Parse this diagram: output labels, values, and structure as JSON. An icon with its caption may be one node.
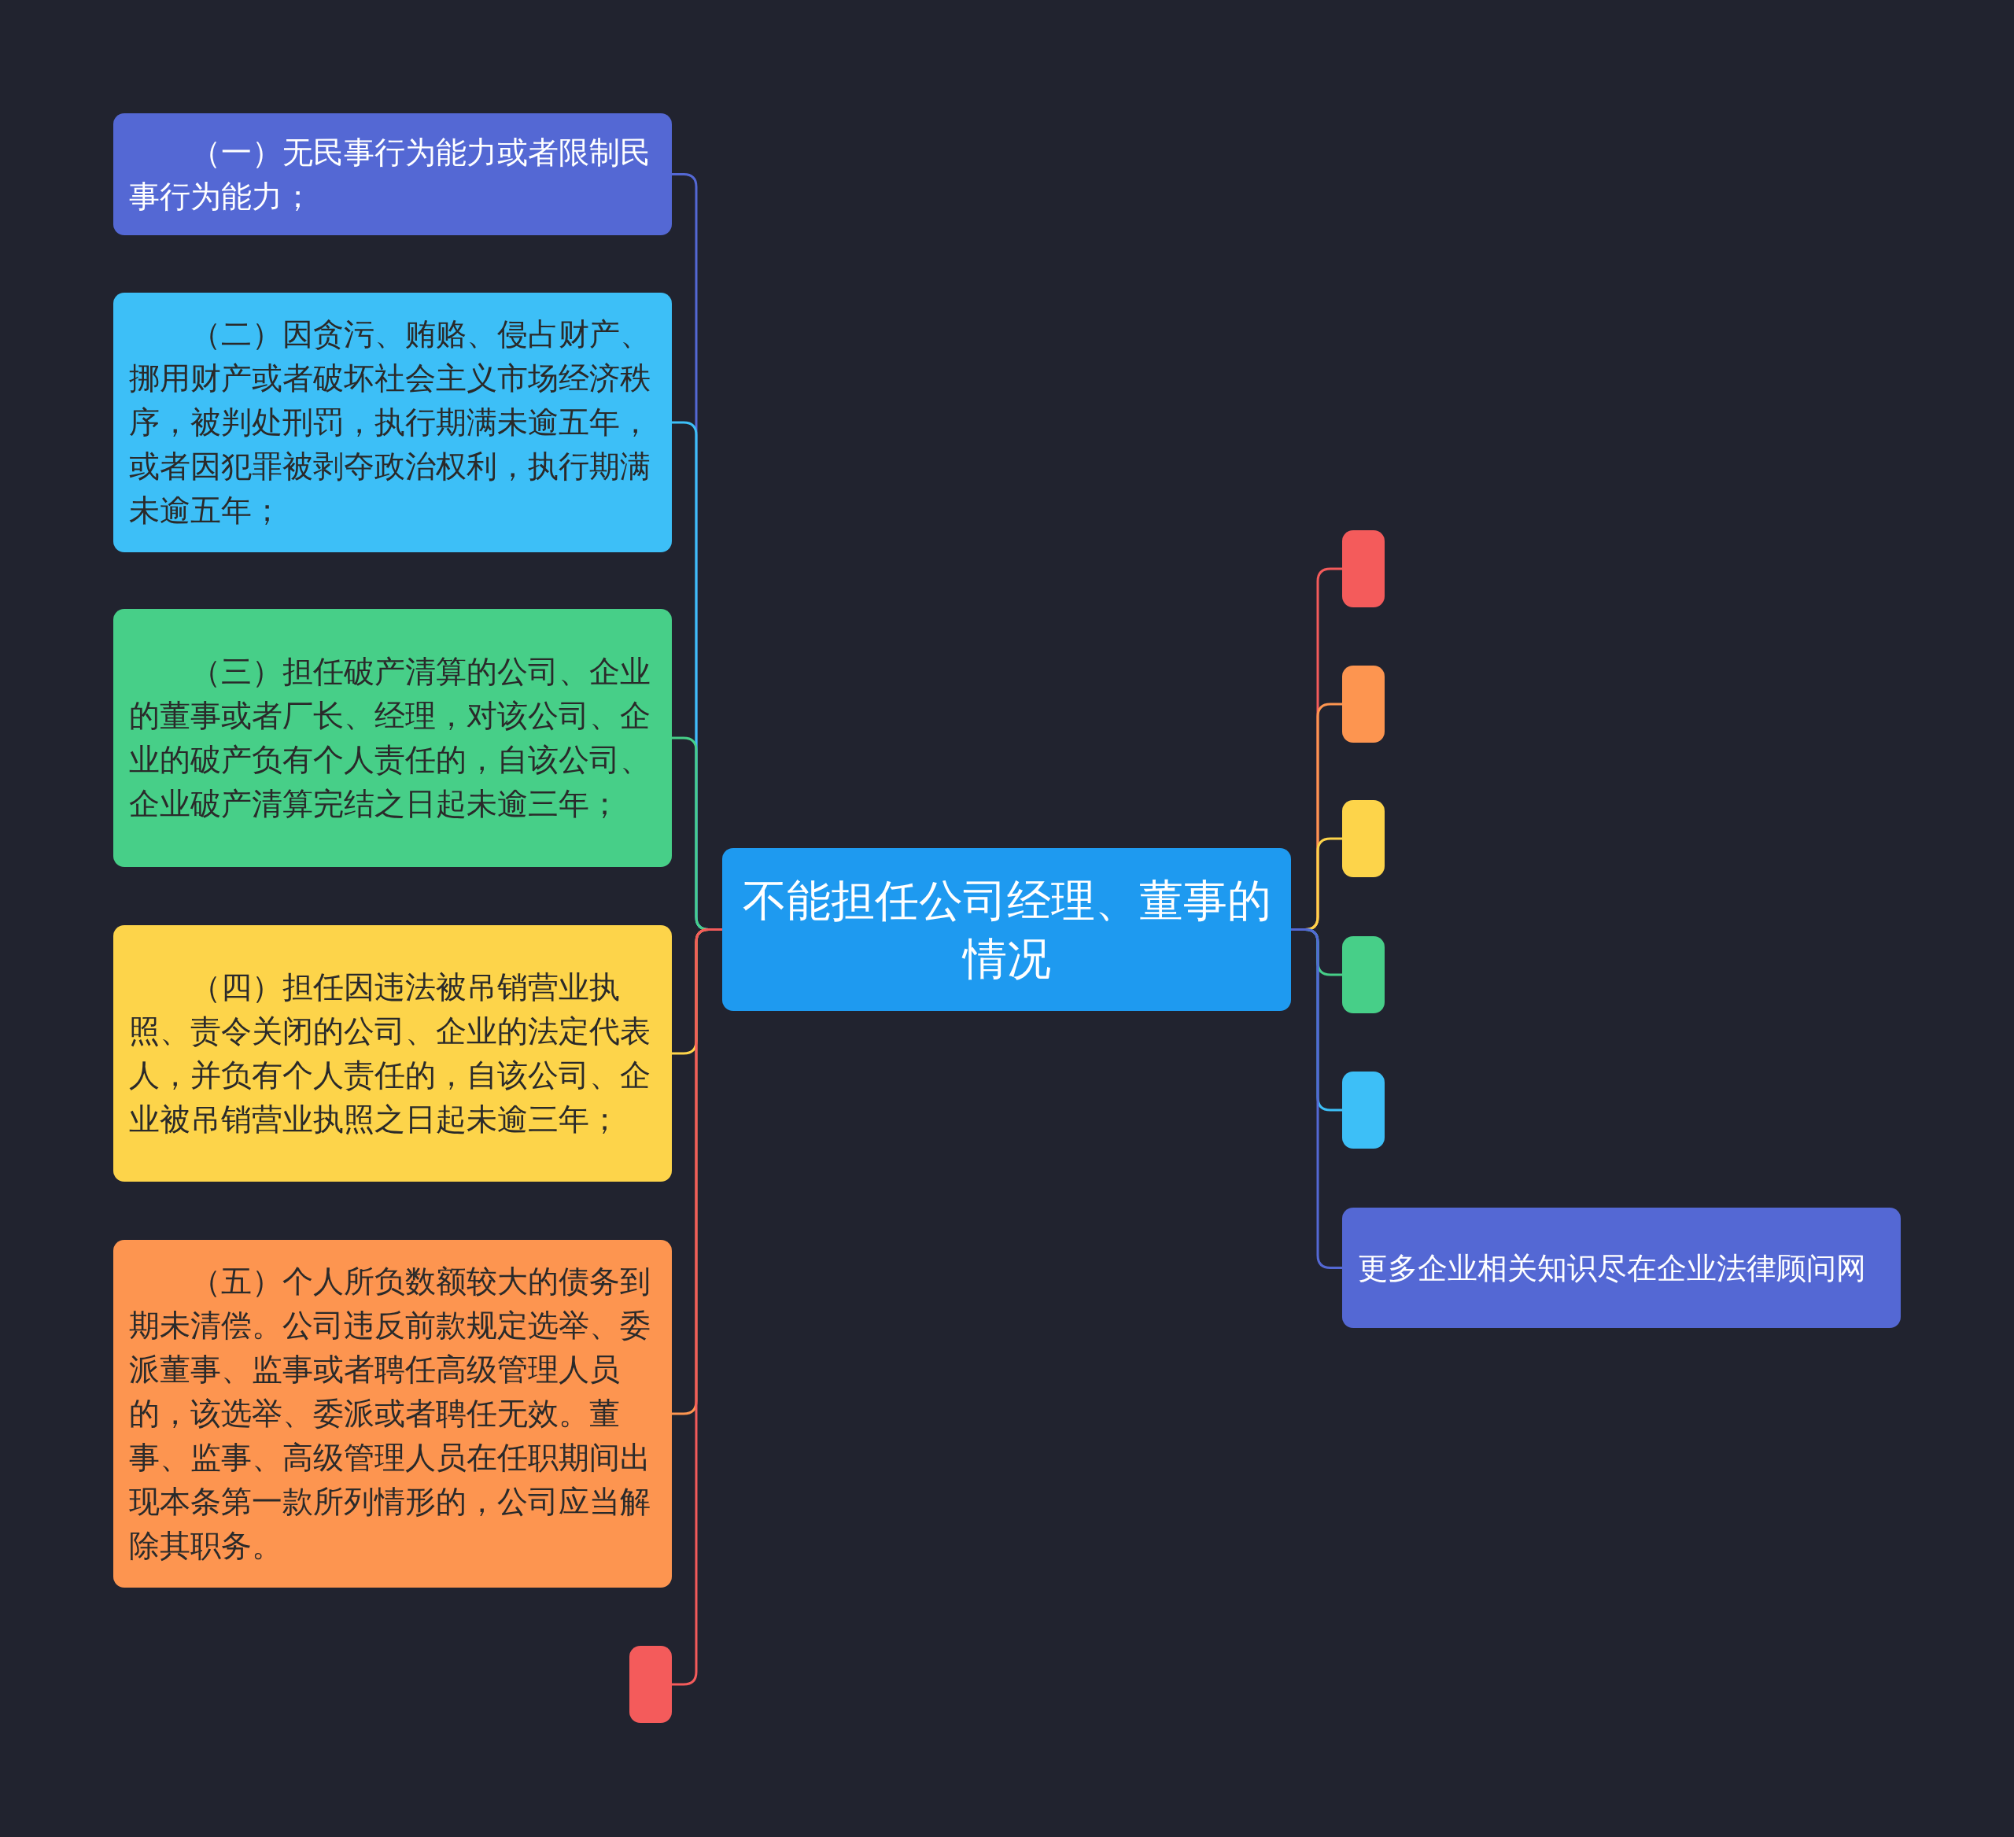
{
  "diagram": {
    "nodes": [
      {
        "text": [
          "不能担任公司经理、董事的情况"
        ]
      },
      {
        "text": [
          "（一）无民事行为能力或者限制民事行为能力；"
        ]
      },
      {
        "text": [
          "（二）因贪污、贿赂、侵占财产、挪用财产或者破坏社会主义市场经济秩序，被判处刑罚，执行期满未逾五年，或者因犯罪被剥夺政治权利，执行期满未逾五年；"
        ]
      },
      {
        "text": [
          "（三）担任破产清算的公司、企业的董事或者厂长、经理，对该公司、企业的破产负有个人责任的，自该公司、企业破产清算完结之日起未逾三年；"
        ]
      },
      {
        "text": [
          "（四）担任因违法被吊销营业执照、责令关闭的公司、企业的法定代表人，并负有个人责任的，自该公司、企业被吊销营业执照之日起未逾三年；"
        ]
      },
      {
        "text": [
          "（五）个人所负数额较大的债务到期未清偿。公司违反前款规定选举、委派董事、监事或者聘任高级管理人员的，该选举、委派或者聘任无效。董事、监事、高级管理人员在任职期间出现本条第一款所列情形的，公司应当解除其职务。"
        ]
      },
      {
        "text": [],
        "shape": "box"
      },
      {
        "text": [],
        "shape": "box"
      },
      {
        "text": [],
        "shape": "box"
      },
      {
        "text": [],
        "shape": "box"
      },
      {
        "text": [],
        "shape": "box"
      },
      {
        "text": [],
        "shape": "box"
      },
      {
        "text": [
          "更多企业相关知识尽在企业法律顾问网"
        ]
      }
    ],
    "edges": [
      {
        "from": 0,
        "to": 1,
        "arrow": "none",
        "color": "#5468d4"
      },
      {
        "from": 0,
        "to": 2,
        "arrow": "none",
        "color": "#3dbff7"
      },
      {
        "from": 0,
        "to": 3,
        "arrow": "none",
        "color": "#47cf88"
      },
      {
        "from": 0,
        "to": 4,
        "arrow": "none",
        "color": "#fdd44a"
      },
      {
        "from": 0,
        "to": 5,
        "arrow": "none",
        "color": "#fd9550"
      },
      {
        "from": 0,
        "to": 6,
        "arrow": "none",
        "color": "#f45b5b"
      },
      {
        "from": 0,
        "to": 7,
        "arrow": "none",
        "color": "#f45b5b"
      },
      {
        "from": 0,
        "to": 8,
        "arrow": "none",
        "color": "#fd9550"
      },
      {
        "from": 0,
        "to": 9,
        "arrow": "none",
        "color": "#fdd44a"
      },
      {
        "from": 0,
        "to": 10,
        "arrow": "none",
        "color": "#47cf88"
      },
      {
        "from": 0,
        "to": 11,
        "arrow": "none",
        "color": "#3dbff7"
      },
      {
        "from": 0,
        "to": 12,
        "arrow": "none",
        "color": "#5468d4"
      }
    ]
  }
}
